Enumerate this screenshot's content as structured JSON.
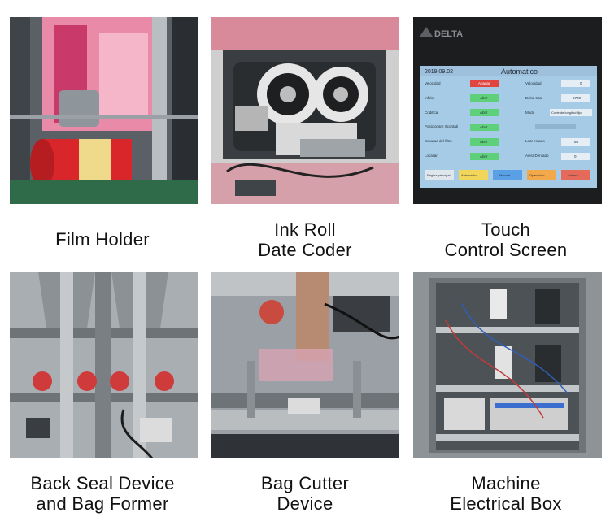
{
  "items": [
    {
      "caption": [
        "Film Holder"
      ]
    },
    {
      "caption": [
        "Ink Roll",
        "Date Coder"
      ]
    },
    {
      "caption": [
        "Touch",
        "Control Screen"
      ]
    },
    {
      "caption": [
        "Back Seal Device",
        "and Bag Former"
      ]
    },
    {
      "caption": [
        "Bag Cutter",
        "Device"
      ]
    },
    {
      "caption": [
        "Machine",
        "Electrical Box"
      ]
    }
  ],
  "screen": {
    "brand": "DELTA",
    "date": "2019.09.02",
    "mode": "Automatico",
    "left_labels": [
      "Velocidad",
      "Infolo",
      "Codifica",
      "Posicionare Scontati",
      "Sexurua del filtro",
      "Localiar"
    ],
    "left_buttons": [
      "Apagar",
      "Abrir",
      "Abrir",
      "Abrir",
      "Abrir",
      "Abrir"
    ],
    "right_labels": [
      "Velocidad",
      "Bolsa total",
      "Modo",
      "",
      "Loar estado",
      "Aiesr Dentado"
    ],
    "right_values": [
      "0",
      "5700",
      "Corte de longitud fijo",
      "",
      "58",
      "0"
    ],
    "bottom_buttons": [
      "Pagina principal",
      "Automatico",
      "Manual",
      "Operacion",
      "Alarma"
    ]
  }
}
